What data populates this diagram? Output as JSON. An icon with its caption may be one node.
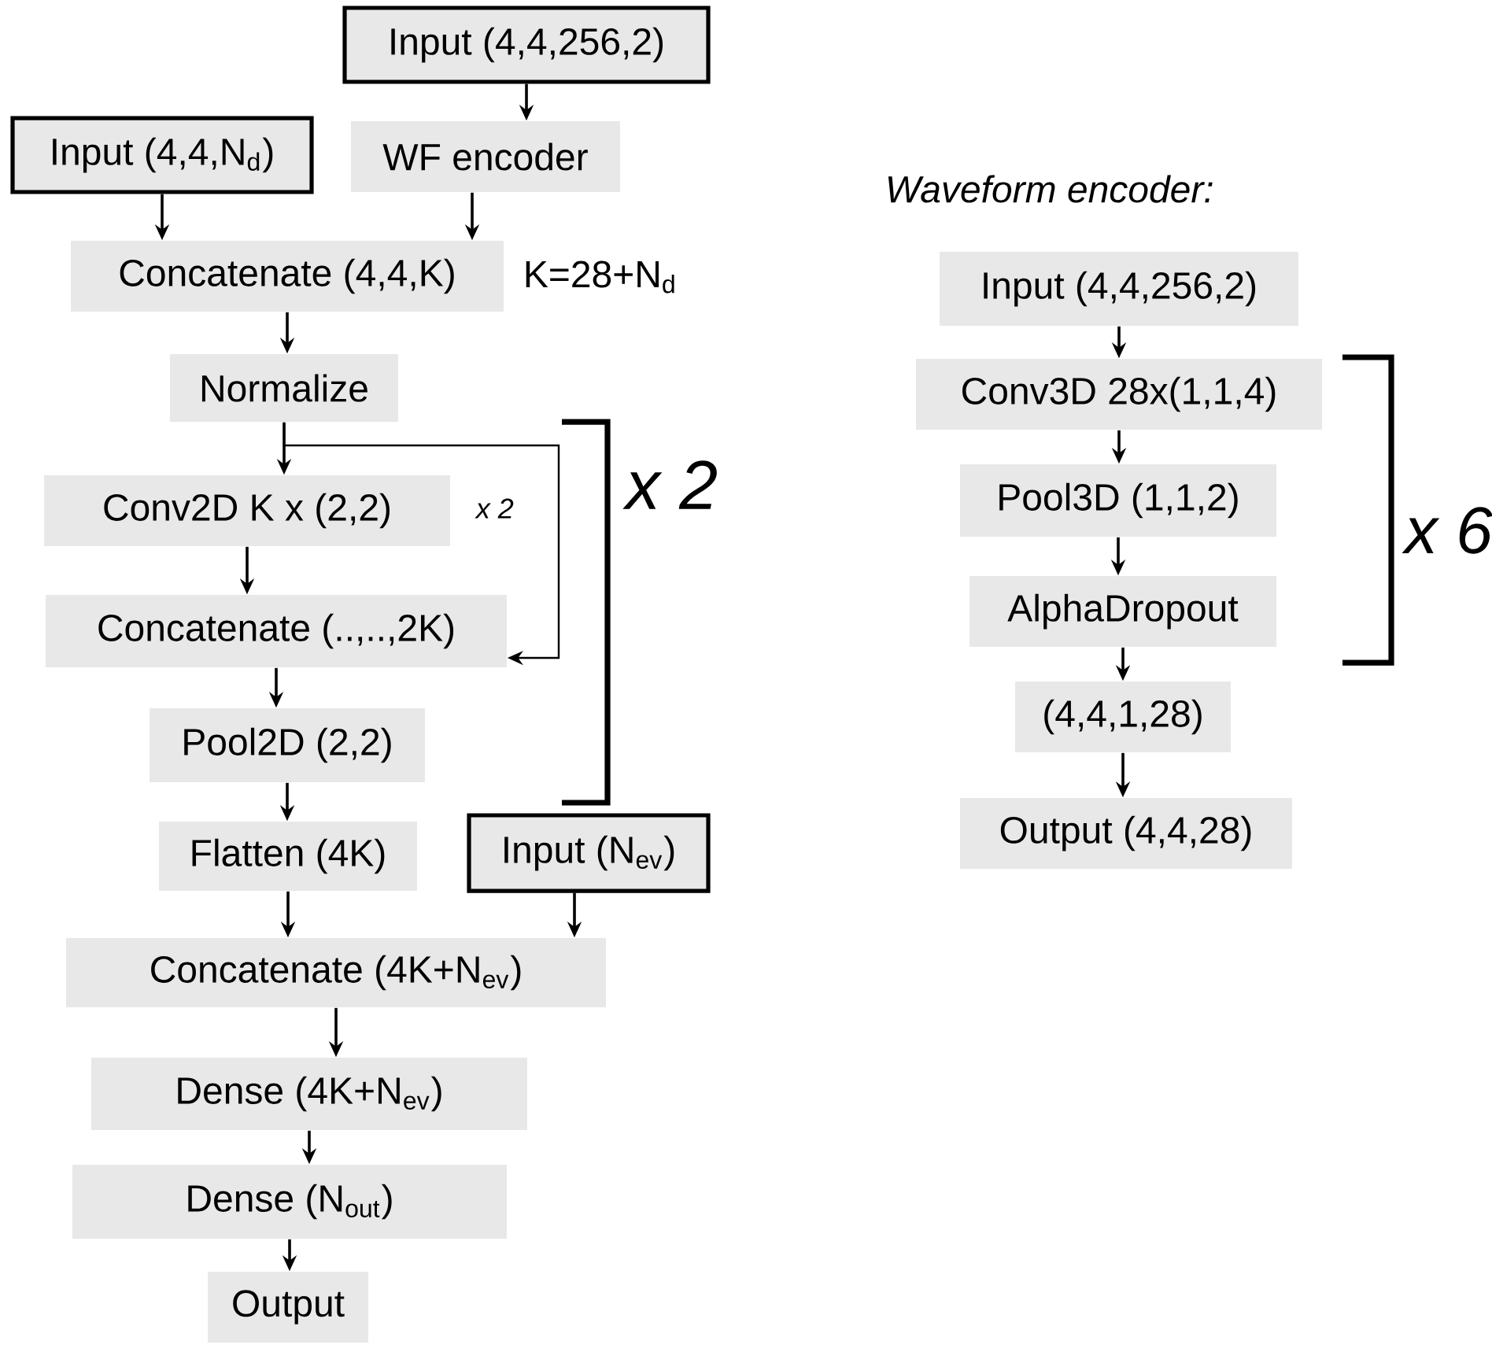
{
  "diagram": {
    "nodes": [
      {
        "text": [
          "Input (4,4,256,2)"
        ]
      },
      {
        "text": [
          "Input (4,4,N$_{d}$)"
        ]
      },
      {
        "text": [
          "WF encoder"
        ]
      },
      {
        "text": [
          "Concatenate (4,4,K)"
        ],
        "beside": [
          "K=28+N$_{d}$"
        ]
      },
      {
        "text": [
          "Normalize"
        ]
      },
      {
        "text": [
          "Conv2D K x (2,2)"
        ],
        "beside": [
          "x 2"
        ]
      },
      {
        "text": [
          "Concatenate (..,..,2K)"
        ]
      },
      {
        "text": [
          "Pool2D (2,2)"
        ]
      },
      {
        "text": [
          "Flatten (4K)"
        ]
      },
      {
        "text": [
          "Input (N$_{ev}$)"
        ]
      },
      {
        "text": [
          "Concatenate (4K+N$_{ev}$)"
        ]
      },
      {
        "text": [
          "Dense (4K+N$_{ev}$)"
        ]
      },
      {
        "text": [
          "Dense (N$_{out}$)"
        ]
      },
      {
        "text": [
          "Output"
        ]
      },
      {
        "text": [
          "Input (4,4,256,2)"
        ]
      },
      {
        "text": [
          "Conv3D 28x(1,1,4)"
        ]
      },
      {
        "text": [
          "Pool3D (1,1,2)"
        ]
      },
      {
        "text": [
          "AlphaDropout"
        ]
      },
      {
        "text": [
          "(4,4,1,28)"
        ]
      },
      {
        "text": [
          "Output (4,4,28)"
        ]
      }
    ],
    "edges": [
      {
        "from": 0,
        "to": 2,
        "arrow": "to"
      },
      {
        "from": 1,
        "to": 3,
        "arrow": "to"
      },
      {
        "from": 2,
        "to": 3,
        "arrow": "to"
      },
      {
        "from": 3,
        "to": 4,
        "arrow": "to"
      },
      {
        "from": 4,
        "to": 5,
        "arrow": "to"
      },
      {
        "from": 5,
        "to": 6,
        "arrow": "to"
      },
      {
        "from": 4,
        "to": 6,
        "arrow": "to"
      },
      {
        "from": 6,
        "to": 7,
        "arrow": "to"
      },
      {
        "from": 7,
        "to": 8,
        "arrow": "to"
      },
      {
        "from": 8,
        "to": 10,
        "arrow": "to"
      },
      {
        "from": 9,
        "to": 10,
        "arrow": "to"
      },
      {
        "from": 10,
        "to": 11,
        "arrow": "to"
      },
      {
        "from": 11,
        "to": 12,
        "arrow": "to"
      },
      {
        "from": 12,
        "to": 13,
        "arrow": "to"
      },
      {
        "from": 14,
        "to": 15,
        "arrow": "to"
      },
      {
        "from": 15,
        "to": 16,
        "arrow": "to"
      },
      {
        "from": 16,
        "to": 17,
        "arrow": "to"
      },
      {
        "from": 17,
        "to": 18,
        "arrow": "to"
      },
      {
        "from": 18,
        "to": 19,
        "arrow": "to"
      }
    ],
    "labels": [
      "Waveform encoder:",
      "x 2",
      "x 6"
    ]
  }
}
